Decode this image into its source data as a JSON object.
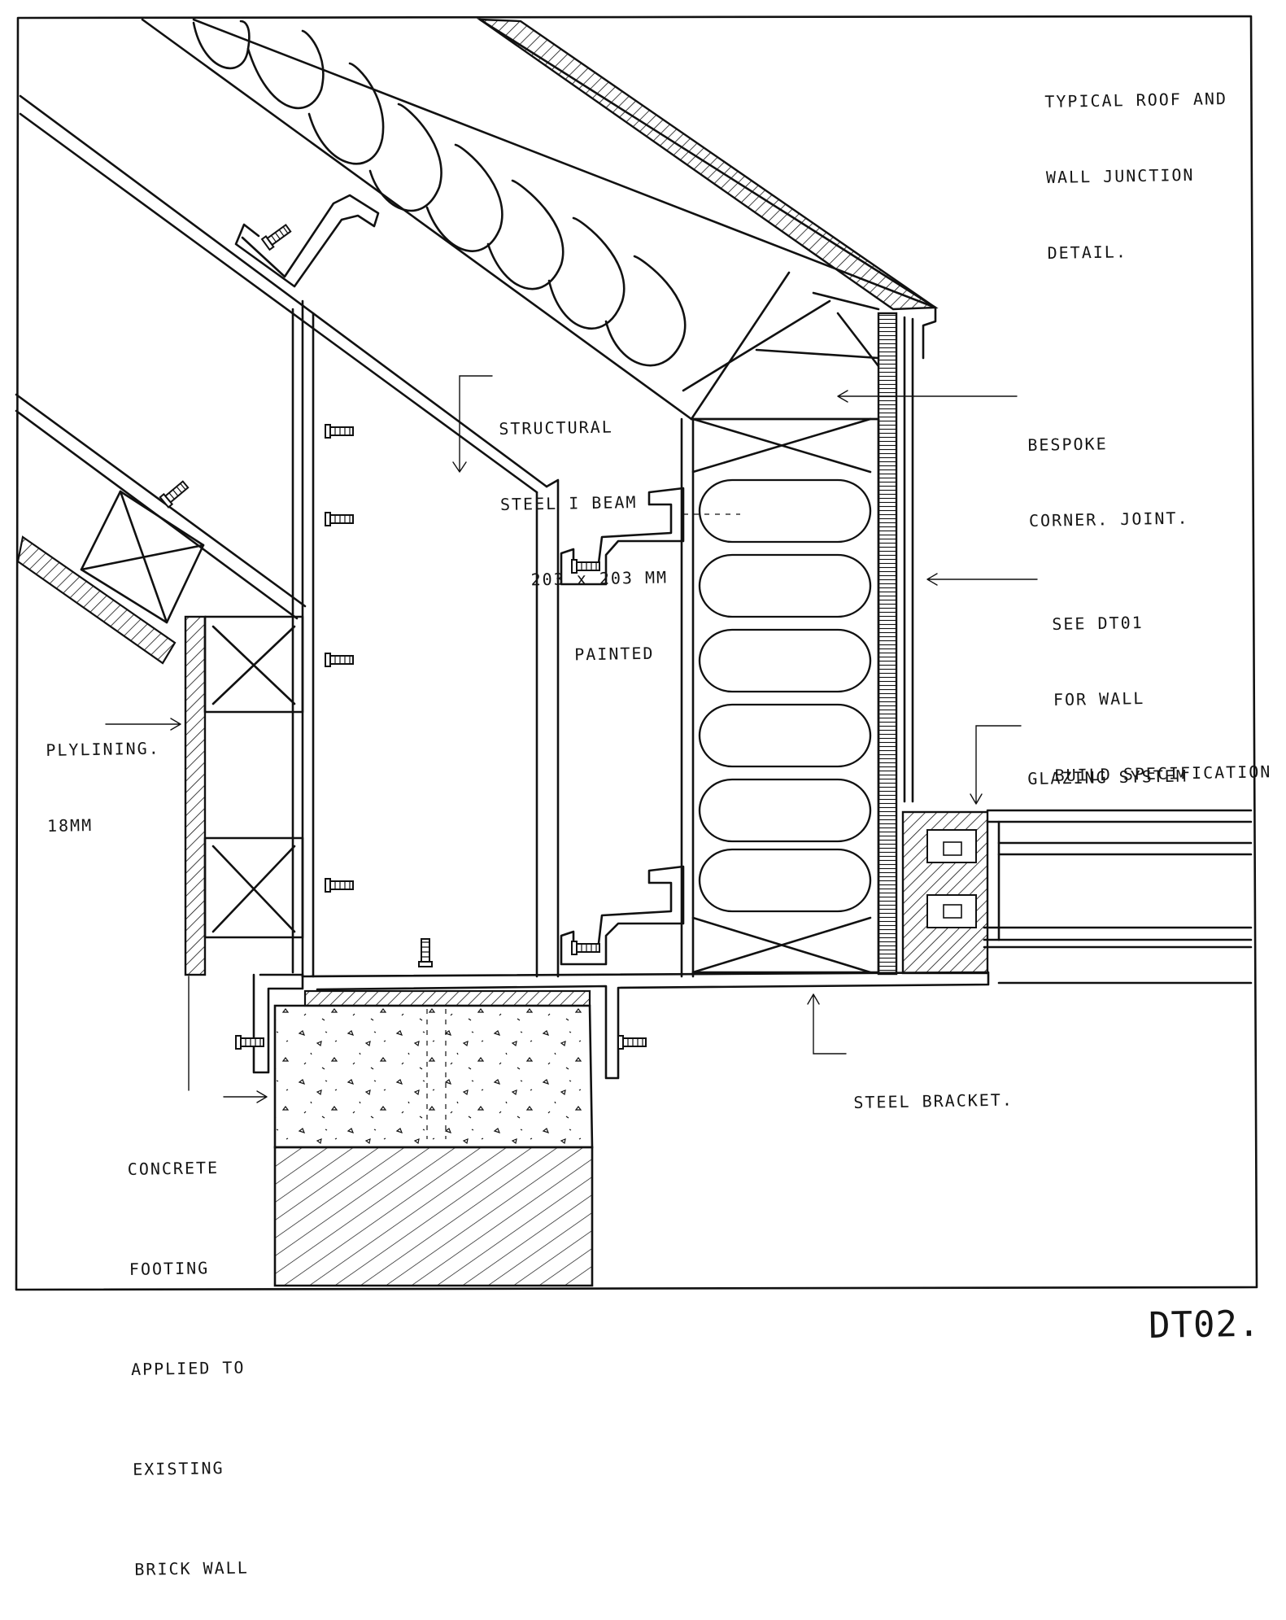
{
  "sheet": {
    "title_lines": [
      "TYPICAL ROOF AND",
      "WALL JUNCTION",
      "DETAIL."
    ],
    "drawing_number": "DT02."
  },
  "labels": {
    "beam": [
      "STRUCTURAL",
      "STEEL I BEAM",
      "203 x 203 MM",
      "PAINTED"
    ],
    "corner": [
      "BESPOKE",
      "CORNER. JOINT."
    ],
    "wall_spec": [
      "SEE DT01",
      "FOR WALL",
      "BUILD SPECIFICATION"
    ],
    "glazing": [
      "GLAZING SYSTEM"
    ],
    "plylining": [
      "PLYLINING.",
      "18MM"
    ],
    "bracket": [
      "STEEL BRACKET."
    ],
    "footing": [
      "CONCRETE",
      "FOOTING",
      "APPLIED TO",
      "EXISTING",
      "BRICK WALL"
    ]
  },
  "colors": {
    "ink": "#111111",
    "paper": "#ffffff"
  }
}
